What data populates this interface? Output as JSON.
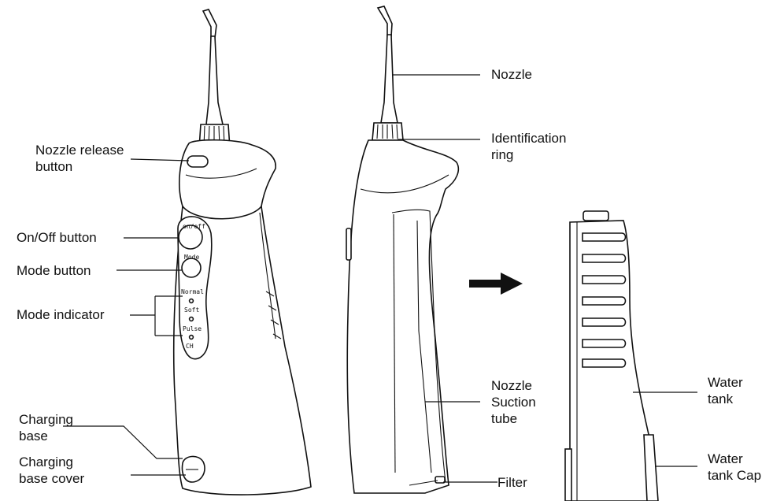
{
  "diagram": {
    "labels": {
      "nozzle_release_button": [
        "Nozzle release",
        "button"
      ],
      "on_off_button": [
        "On/Off button"
      ],
      "mode_button": [
        "Mode button"
      ],
      "mode_indicator": [
        "Mode indicator"
      ],
      "charging_base": [
        "Charging",
        "base"
      ],
      "charging_base_cover": [
        "Charging",
        "base cover"
      ],
      "nozzle": [
        "Nozzle"
      ],
      "identification_ring": [
        "Identification",
        "ring"
      ],
      "nozzle_suction_tube": [
        "Nozzle",
        "Suction",
        "tube"
      ],
      "filter": [
        "Filter"
      ],
      "water_tank": [
        "Water",
        "tank"
      ],
      "water_tank_cap": [
        "Water",
        "tank Cap"
      ]
    },
    "device_markings": {
      "on_off": "on/off",
      "mode": "Mode",
      "normal": "Normal",
      "soft": "Soft",
      "pulse": "Pulse",
      "ch": "CH"
    },
    "colors": {
      "line": "#111111",
      "background": "#ffffff"
    },
    "icons": [
      "right-arrow-icon"
    ]
  }
}
